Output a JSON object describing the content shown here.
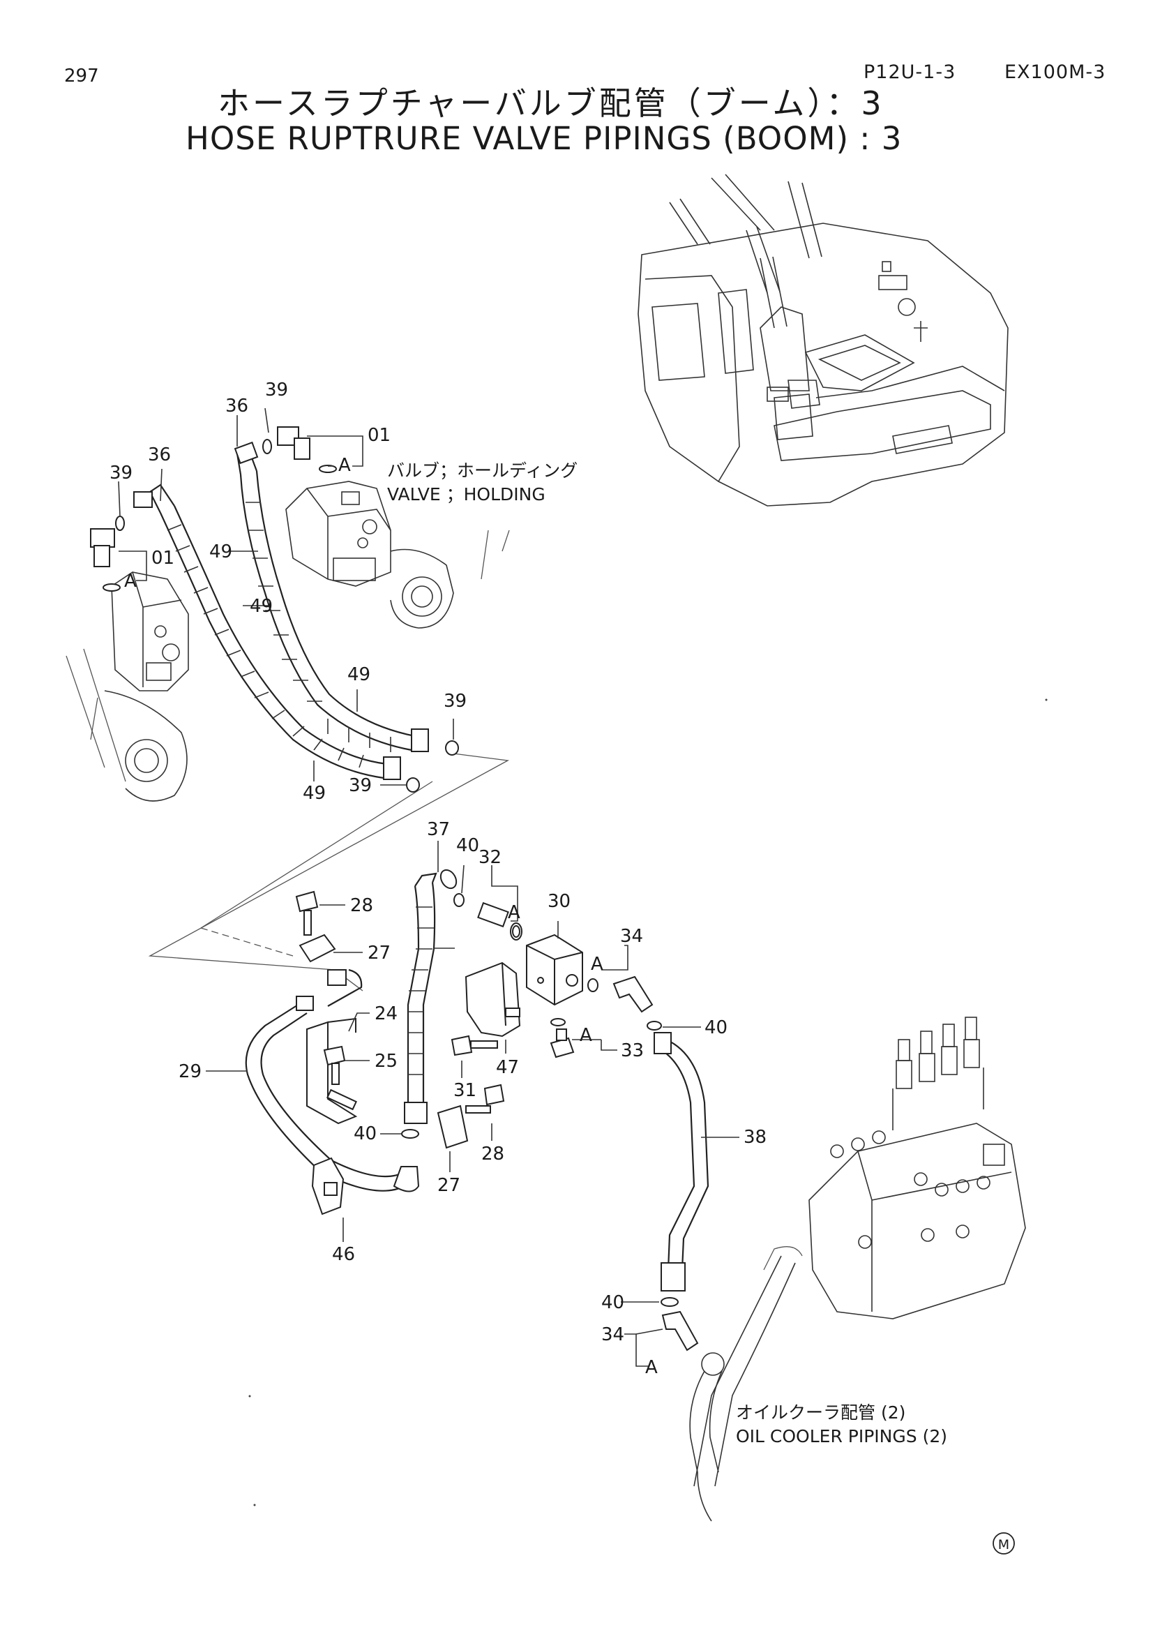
{
  "header": {
    "page_number": "297",
    "drawing_code": "P12U-1-3",
    "model": "EX100M-3",
    "title_jp": "ホースラプチャーバルブ配管（ブーム）：3",
    "title_en": "HOSE RUPTRURE VALVE PIPINGS (BOOM) : 3"
  },
  "labels": {
    "valve_holding_jp": "バルブ；ホールディング",
    "valve_holding_en": "VALVE ；HOLDING",
    "oil_cooler_jp": "オイルクーラ配管 (2)",
    "oil_cooler_en": "OIL COOLER PIPINGS (2)",
    "maker_mark": "M"
  },
  "part_numbers": {
    "p01": "01",
    "p24": "24",
    "p25": "25",
    "p27": "27",
    "p28": "28",
    "p29": "29",
    "p30": "30",
    "p31": "31",
    "p32": "32",
    "p33": "33",
    "p34": "34",
    "p36": "36",
    "p37": "37",
    "p38": "38",
    "p39": "39",
    "p40": "40",
    "p46": "46",
    "p47": "47",
    "p49": "49",
    "kit": "A"
  }
}
